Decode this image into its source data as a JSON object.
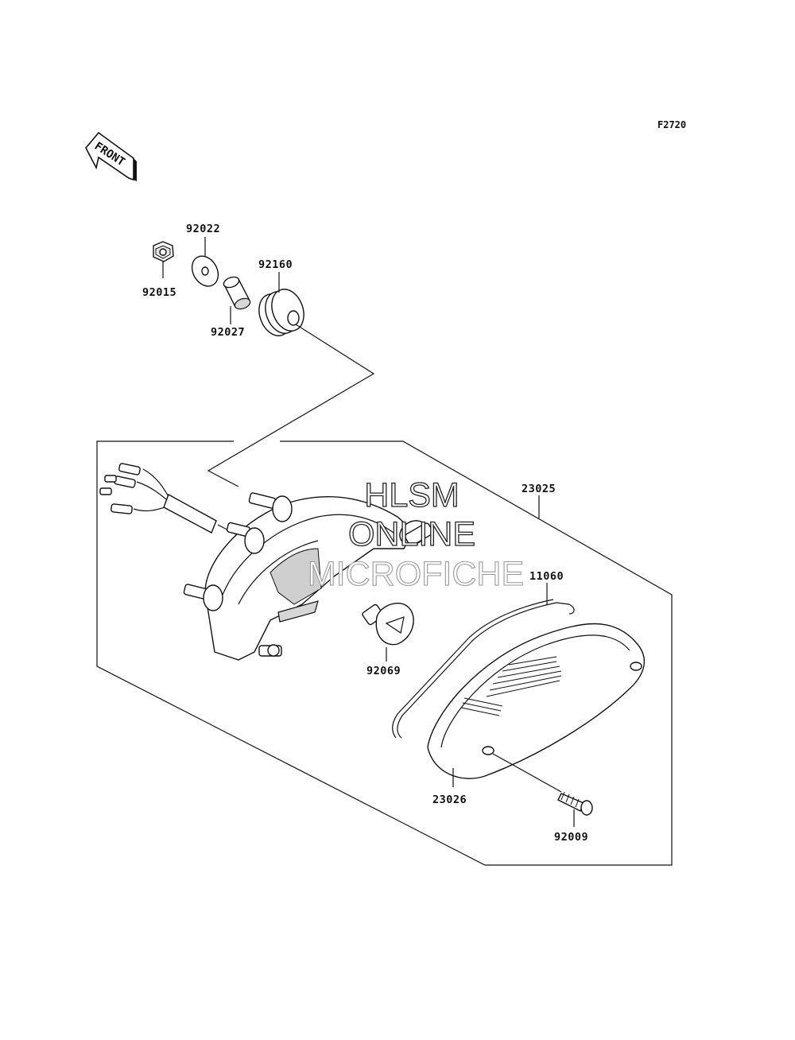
{
  "figure_code": "F2720",
  "direction_label": "FRONT",
  "watermark": {
    "line1": "HLSM",
    "line2": "ONLINE",
    "line3": "MICROFICHE"
  },
  "parts": [
    {
      "number": "92015"
    },
    {
      "number": "92022"
    },
    {
      "number": "92027"
    },
    {
      "number": "92160"
    },
    {
      "number": "23025"
    },
    {
      "number": "11060"
    },
    {
      "number": "92069"
    },
    {
      "number": "23026"
    },
    {
      "number": "92009"
    }
  ]
}
